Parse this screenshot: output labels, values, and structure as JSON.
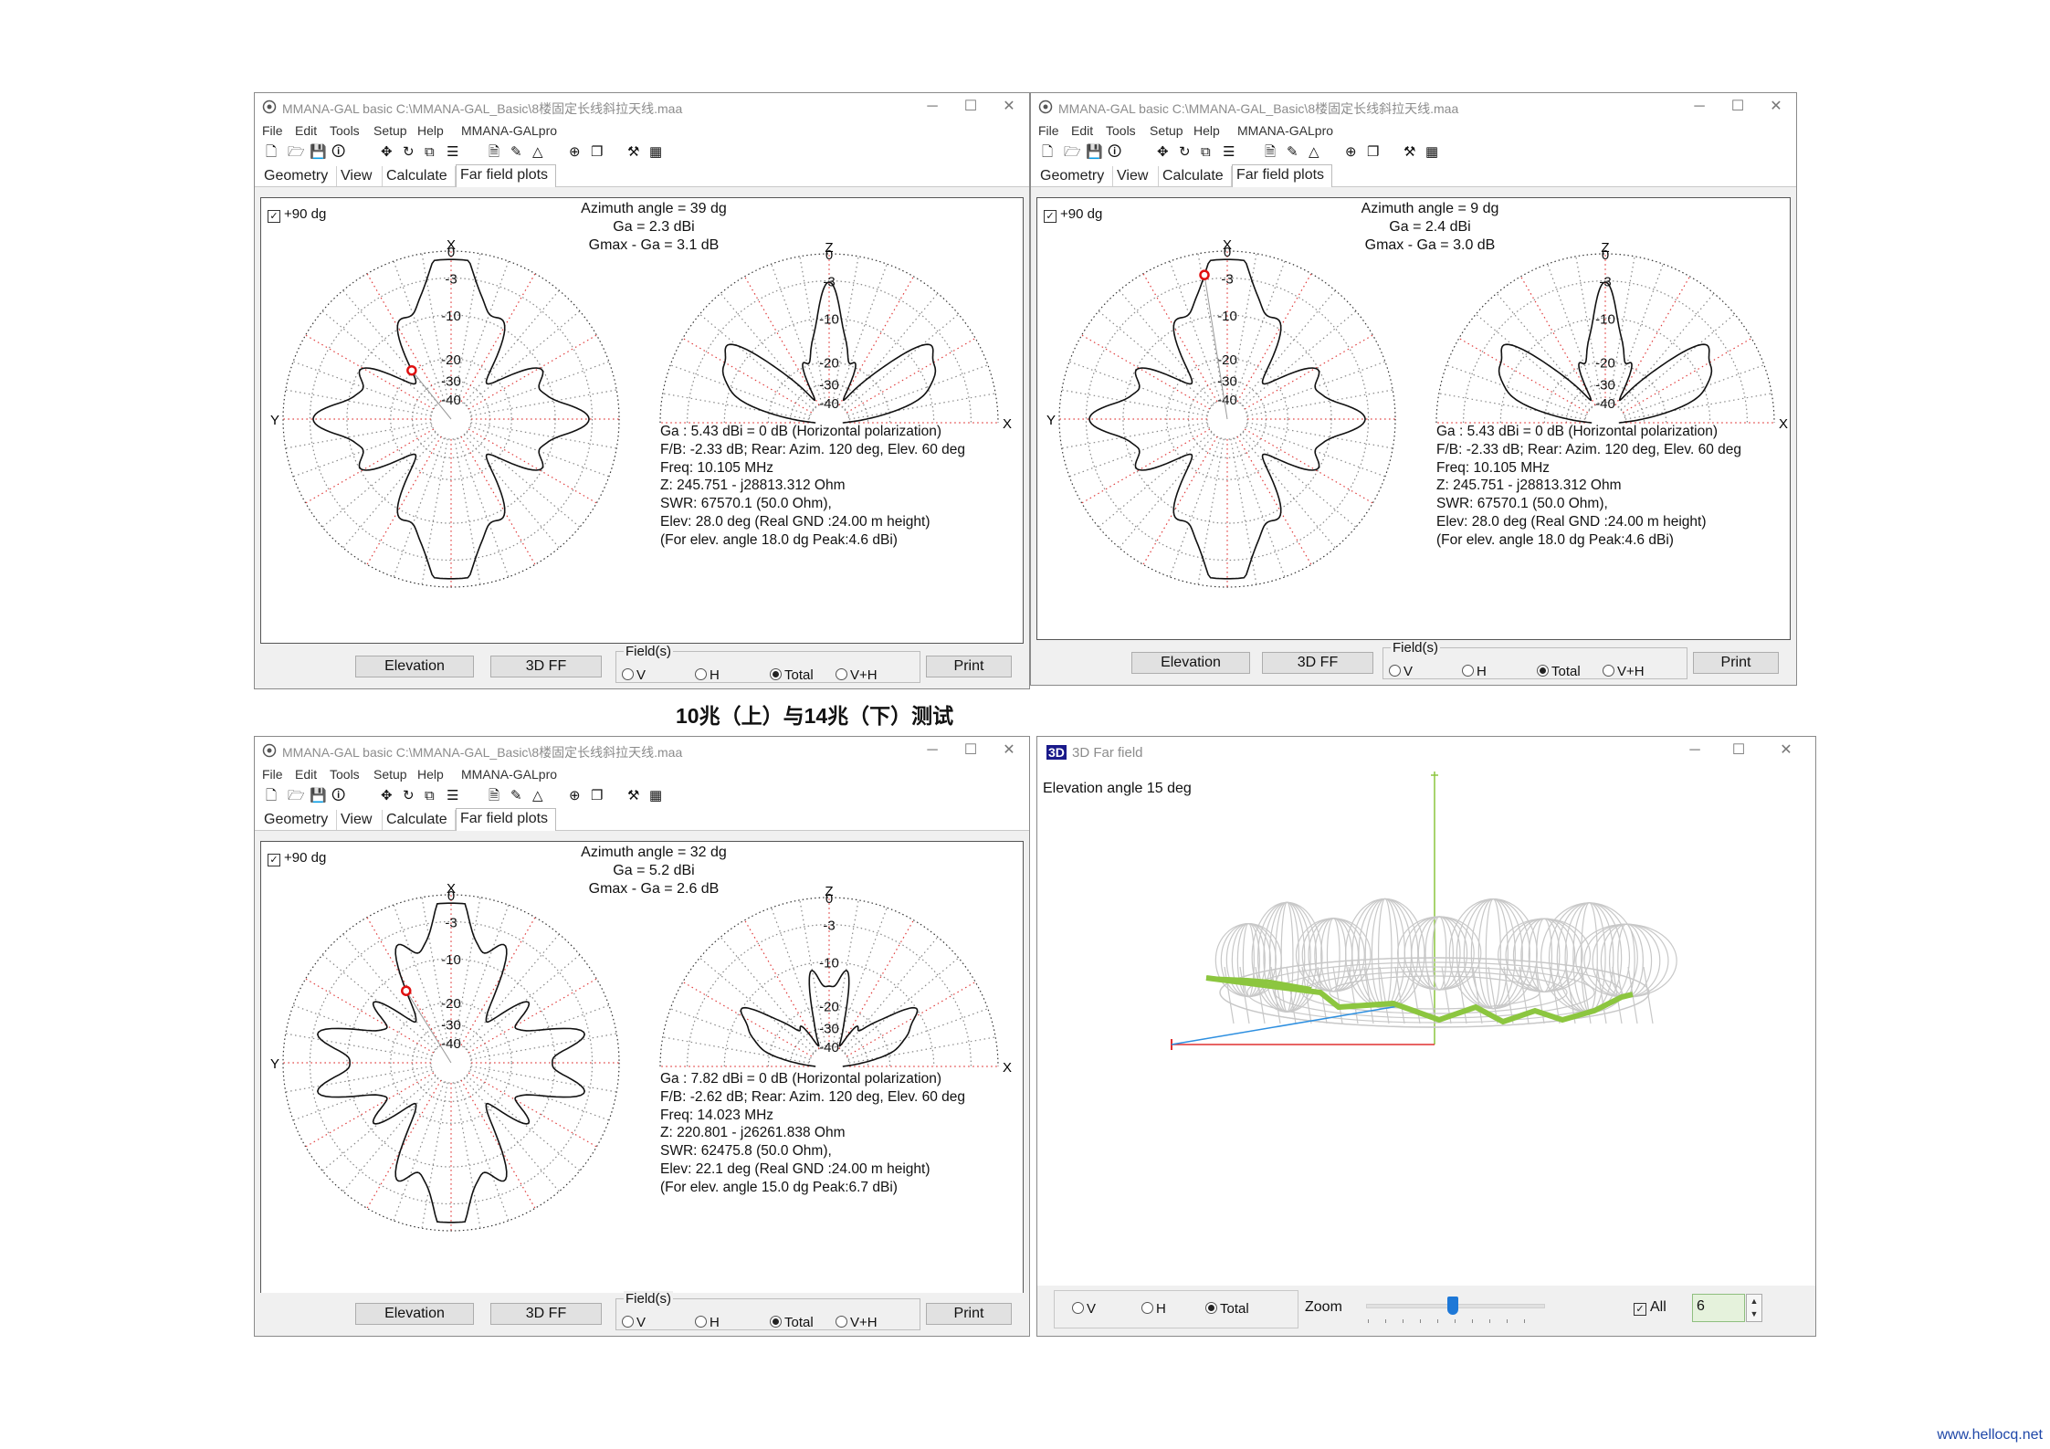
{
  "windows": [
    {
      "id": "w1",
      "title": "MMANA-GAL basic C:\\MMANA-GAL_Basic\\8楼固定长线斜拉天线.maa",
      "menu": [
        "File",
        "Edit",
        "Tools",
        "Setup",
        "Help",
        "MMANA-GALpro"
      ],
      "tabs": [
        "Geometry",
        "View",
        "Calculate",
        "Far field plots"
      ],
      "active_tab": "Far field plots",
      "checkbox_label": "+90 dg",
      "headline": [
        "Azimuth angle = 39 dg",
        "Ga = 2.3 dBi",
        "Gmax - Ga = 3.1 dB"
      ],
      "info": [
        "Ga : 5.43 dBi = 0 dB  (Horizontal polarization)",
        "F/B: -2.33 dB; Rear: Azim. 120 deg,  Elev. 60 deg",
        "Freq: 10.105 MHz",
        "Z: 245.751 - j28813.312 Ohm",
        "SWR: 67570.1 (50.0 Ohm),",
        "Elev: 28.0 deg (Real GND  :24.00 m height)",
        "(For elev. angle 18.0 dg Peak:4.6 dBi)"
      ],
      "marker_azimuth_deg": 39,
      "buttons": {
        "elevation": "Elevation",
        "ff3d": "3D FF",
        "print": "Print"
      },
      "fields_label": "Field(s)",
      "radios": [
        "V",
        "H",
        "Total",
        "V+H"
      ],
      "radio_selected": "Total"
    },
    {
      "id": "w2",
      "title": "MMANA-GAL basic C:\\MMANA-GAL_Basic\\8楼固定长线斜拉天线.maa",
      "menu": [
        "File",
        "Edit",
        "Tools",
        "Setup",
        "Help",
        "MMANA-GALpro"
      ],
      "tabs": [
        "Geometry",
        "View",
        "Calculate",
        "Far field plots"
      ],
      "active_tab": "Far field plots",
      "checkbox_label": "+90 dg",
      "headline": [
        "Azimuth angle = 9 dg",
        "Ga = 2.4 dBi",
        "Gmax - Ga = 3.0 dB"
      ],
      "info": [
        "Ga : 5.43 dBi = 0 dB  (Horizontal polarization)",
        "F/B: -2.33 dB; Rear: Azim. 120 deg,  Elev. 60 deg",
        "Freq: 10.105 MHz",
        "Z: 245.751 - j28813.312 Ohm",
        "SWR: 67570.1 (50.0 Ohm),",
        "Elev: 28.0 deg (Real GND  :24.00 m height)",
        "(For elev. angle 18.0 dg Peak:4.6 dBi)"
      ],
      "marker_azimuth_deg": 9,
      "buttons": {
        "elevation": "Elevation",
        "ff3d": "3D FF",
        "print": "Print"
      },
      "fields_label": "Field(s)",
      "radios": [
        "V",
        "H",
        "Total",
        "V+H"
      ],
      "radio_selected": "Total"
    },
    {
      "id": "w3",
      "title": "MMANA-GAL basic C:\\MMANA-GAL_Basic\\8楼固定长线斜拉天线.maa",
      "menu": [
        "File",
        "Edit",
        "Tools",
        "Setup",
        "Help",
        "MMANA-GALpro"
      ],
      "tabs": [
        "Geometry",
        "View",
        "Calculate",
        "Far field plots"
      ],
      "active_tab": "Far field plots",
      "checkbox_label": "+90 dg",
      "headline": [
        "Azimuth angle = 32 dg",
        "Ga = 5.2 dBi",
        "Gmax - Ga = 2.6 dB"
      ],
      "info": [
        "Ga : 7.82 dBi = 0 dB  (Horizontal polarization)",
        "F/B: -2.62 dB; Rear: Azim. 120 deg,  Elev. 60 deg",
        "Freq: 14.023 MHz",
        "Z: 220.801 - j26261.838 Ohm",
        "SWR: 62475.8 (50.0 Ohm),",
        "Elev: 22.1 deg (Real GND  :24.00 m height)",
        "(For elev. angle 15.0 dg Peak:6.7 dBi)"
      ],
      "marker_azimuth_deg": 32,
      "buttons": {
        "elevation": "Elevation",
        "ff3d": "3D FF",
        "print": "Print"
      },
      "fields_label": "Field(s)",
      "radios": [
        "V",
        "H",
        "Total",
        "V+H"
      ],
      "radio_selected": "Total"
    }
  ],
  "plot_labels": {
    "azimuth_axes": [
      "X",
      "Y"
    ],
    "elevation_axes": [
      "Z",
      "X"
    ],
    "db_rings": [
      "0",
      "-3",
      "-10",
      "-20",
      "-30",
      "-40"
    ]
  },
  "caption": "10兆（上）与14兆（下）测试",
  "window3d": {
    "icon_text": "3D",
    "title": "3D Far field",
    "elevation_label": "Elevation angle 15 deg",
    "radios": [
      "V",
      "H",
      "Total"
    ],
    "radio_selected": "Total",
    "zoom_label": "Zoom",
    "all_label": "All",
    "all_checked": true,
    "spin_value": "6"
  },
  "footer": "www.hellocq.net",
  "colors": {
    "marker": "#e01010",
    "grid_red": "#e03a3a",
    "mesh": "#c8c8c8",
    "wire": "#8cc63f",
    "axis_blue": "#2d8fe0"
  }
}
